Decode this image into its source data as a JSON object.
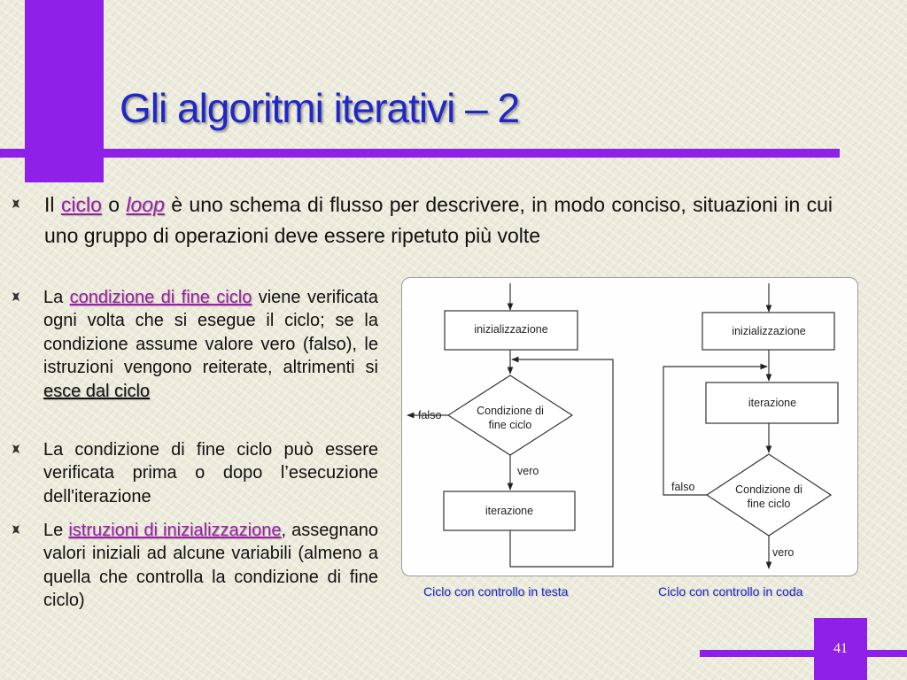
{
  "slide": {
    "title": "Gli algoritmi iterativi – 2",
    "page_number": "41"
  },
  "bullets": {
    "b1": {
      "t1": "Il ",
      "h1": "ciclo",
      "t2": " o ",
      "h2": "loop",
      "t3": "  è uno schema di flusso per descrivere, in modo conciso, situazioni in cui uno gruppo di operazioni deve essere ripetuto più volte"
    },
    "b2": {
      "t1": "La ",
      "h1": "condizione di fine ciclo",
      "t2": " viene verificata ogni volta che si esegue il ciclo; se la condizione assume valore vero (falso), le istruzioni vengono reiterate, altrimenti si ",
      "h2": "esce dal ciclo"
    },
    "b3": {
      "t1": "La condizione di fine ciclo può essere verificata prima o dopo l’esecuzione dell'iterazione"
    },
    "b4": {
      "t1": "Le ",
      "h1": "istruzioni di inizializzazione",
      "t2": ", assegnano valori iniziali ad alcune variabili (almeno a quella che controlla la condizione di fine ciclo)"
    }
  },
  "diagram": {
    "left": {
      "init": "inizializzazione",
      "cond_line1": "Condizione di",
      "cond_line2": "fine ciclo",
      "false_label": "falso",
      "true_label": "vero",
      "body": "iterazione",
      "caption": "Ciclo con controllo in testa"
    },
    "right": {
      "init": "inizializzazione",
      "body": "iterazione",
      "cond_line1": "Condizione di",
      "cond_line2": "fine ciclo",
      "false_label": "falso",
      "true_label": "vero",
      "caption": "Ciclo con controllo in coda"
    }
  },
  "colors": {
    "accent": "#8f20e8",
    "title": "#1f27c8",
    "highlight": "#9b1ea6"
  }
}
